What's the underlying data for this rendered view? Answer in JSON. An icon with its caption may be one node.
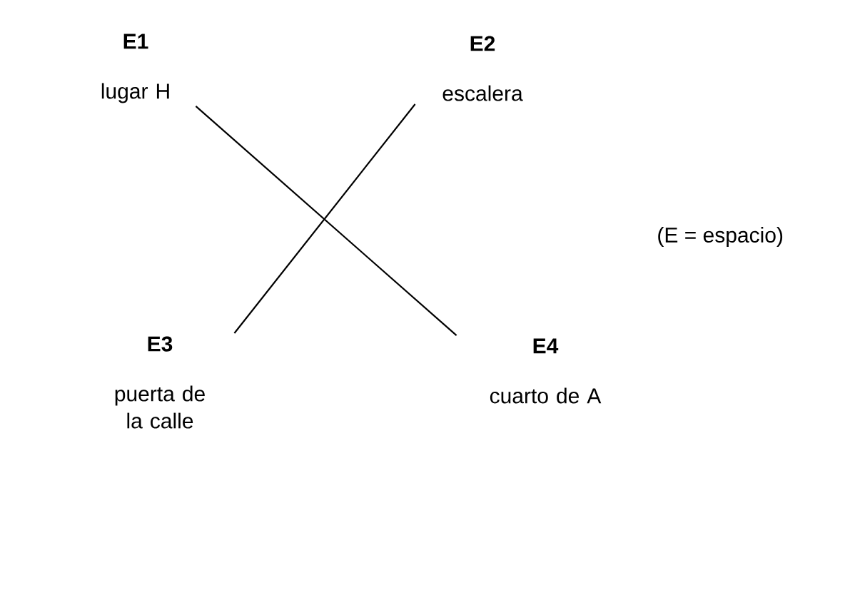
{
  "diagram": {
    "nodes": [
      {
        "text": [
          "E1",
          "lugar H"
        ]
      },
      {
        "text": [
          "E2",
          "escalera"
        ]
      },
      {
        "text": [
          "E3",
          "puerta de la calle"
        ]
      },
      {
        "text": [
          "E4",
          "cuarto de A"
        ]
      }
    ],
    "edges": [
      {
        "from": 0,
        "to": 3,
        "arrow": "none"
      },
      {
        "from": 1,
        "to": 2,
        "arrow": "none"
      }
    ],
    "labels": [
      "(E = espacio)"
    ]
  }
}
